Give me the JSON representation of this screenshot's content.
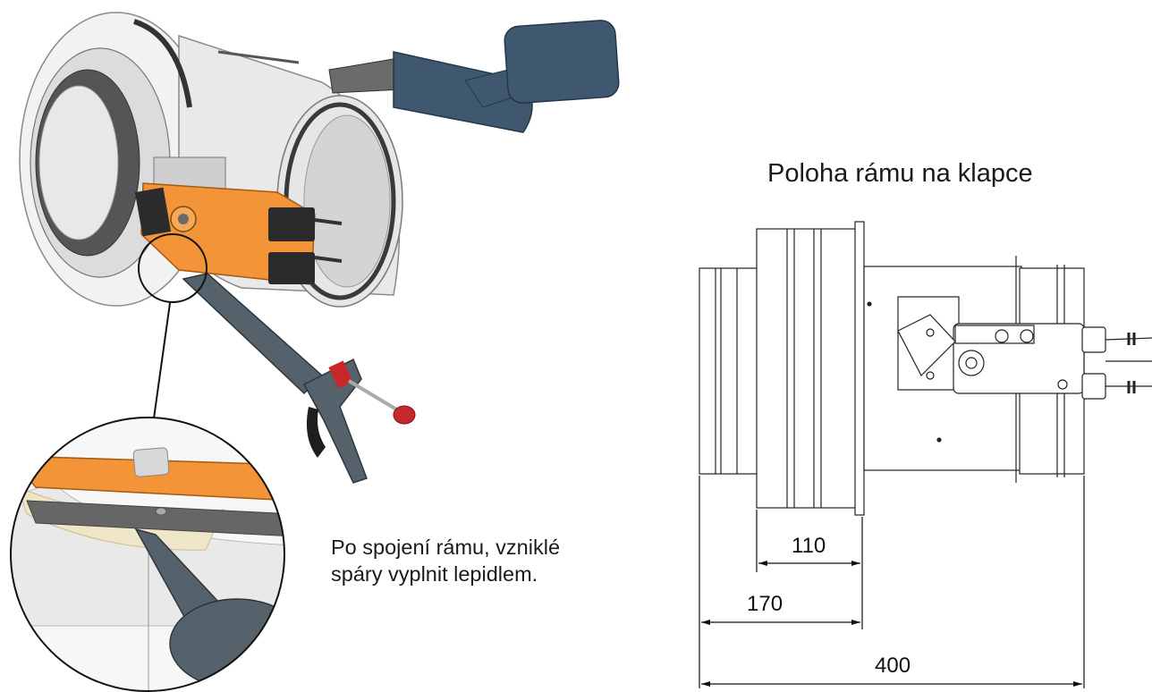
{
  "drawing": {
    "title": "Poloha rámu na klapce",
    "note_line1": "Po spojení rámu, vzniklé",
    "note_line2": "spáry vyplnit lepidlem."
  },
  "dimensions": {
    "d110": "110",
    "d170": "170",
    "d400": "400"
  },
  "colors": {
    "actuator_orange": "#f29437",
    "tool_blue": "#3f5870",
    "gun_grey": "#55626c",
    "trigger_red": "#c8282b",
    "sealant_beige": "#efe6c8"
  }
}
